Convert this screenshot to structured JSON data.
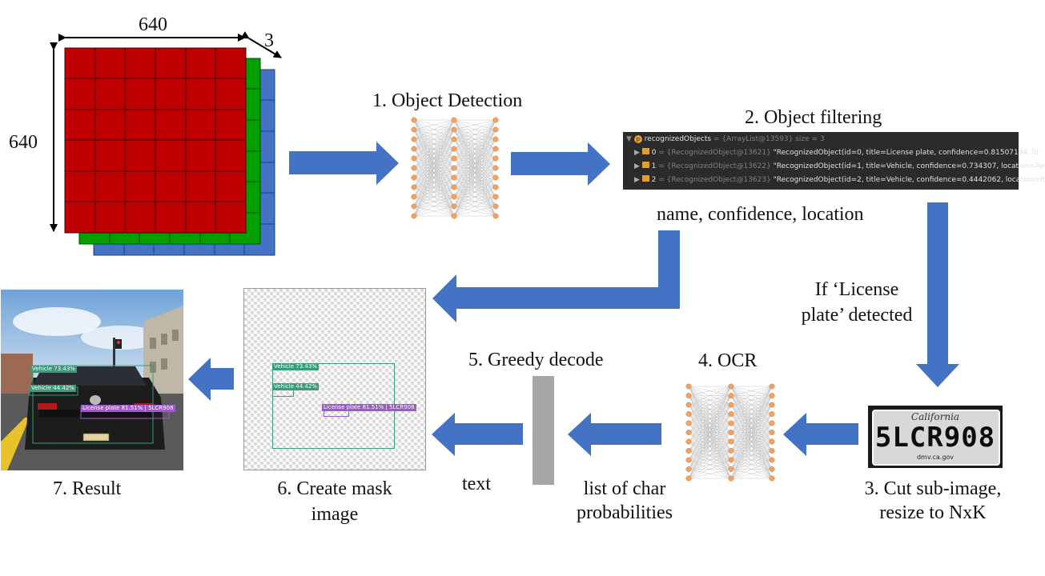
{
  "dims": {
    "width_top": "640",
    "height_left": "640",
    "channels": "3"
  },
  "steps": {
    "s1": "1. Object Detection",
    "s2": "2. Object filtering",
    "s3_l1": "3. Cut sub-image,",
    "s3_l2": "resize to NxK",
    "s4": "4. OCR",
    "s5": "5. Greedy decode",
    "s6_l1": "6. Create mask",
    "s6_l2": "image",
    "s7": "7. Result"
  },
  "edges": {
    "filter_out": "name, confidence, location",
    "cond_l1": "If ‘License",
    "cond_l2": "plate’ detected",
    "ocr_out_l1": "list of char",
    "ocr_out_l2": "probabilities",
    "decode_out": "text"
  },
  "debugger": {
    "header_name": "recognizedObjects",
    "header_rest": " = {ArrayList@13593}  size = 3",
    "rows": [
      {
        "idx": "0",
        "ref": " = {RecognizedObject@13621} ",
        "text": "\"RecognizedObject(id=0, title=License plate, confidence=0.81507194, lo"
      },
      {
        "idx": "1",
        "ref": " = {RecognizedObject@13622} ",
        "text": "\"RecognizedObject(id=1, title=Vehicle, confidence=0.734307, location=Re"
      },
      {
        "idx": "2",
        "ref": " = {RecognizedObject@13623} ",
        "text": "\"RecognizedObject(id=2, title=Vehicle, confidence=0.4442062, location=R"
      }
    ]
  },
  "detections": {
    "vehicle_1": "Vehicle 73.43%",
    "vehicle_2": "Vehicle 44.42%",
    "plate": "License plate 81.51% | 5LCR908"
  },
  "plate_crop": {
    "text": "5LCR908",
    "header": "California",
    "footer": "dmv.ca.gov"
  },
  "colors": {
    "arrow": "#4472c4",
    "red": "#c00000",
    "green": "#00a000",
    "blue": "#4472c4",
    "node": "#f4a264",
    "bar": "#a6a6a6"
  }
}
